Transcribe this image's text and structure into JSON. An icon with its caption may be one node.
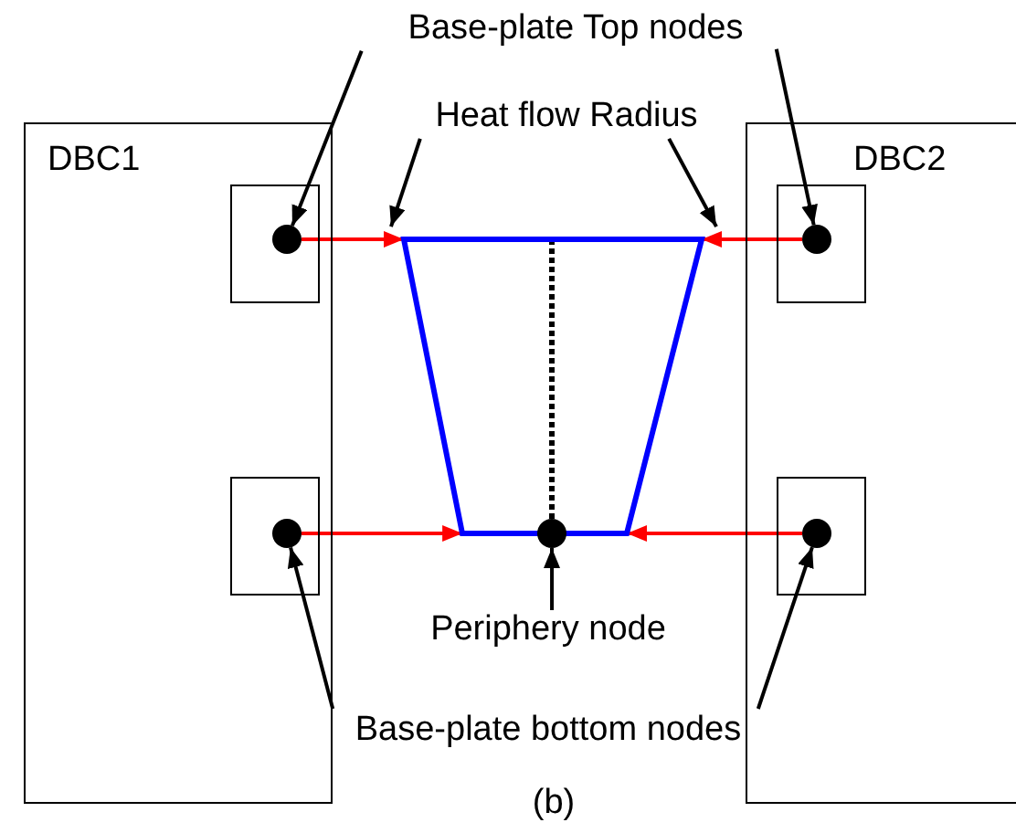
{
  "diagram": {
    "caption": "(b)",
    "nodes": [
      {
        "text": [
          "DBC1"
        ]
      },
      {
        "text": [],
        "shape": "box",
        "in": 0
      },
      {
        "text": [],
        "shape": "circle",
        "in": 1
      },
      {
        "text": [],
        "shape": "box",
        "in": 0
      },
      {
        "text": [],
        "shape": "circle",
        "in": 3
      },
      {
        "text": [
          "DBC2"
        ]
      },
      {
        "text": [],
        "shape": "box",
        "in": 5
      },
      {
        "text": [],
        "shape": "circle",
        "in": 6
      },
      {
        "text": [],
        "shape": "box",
        "in": 5
      },
      {
        "text": [],
        "shape": "circle",
        "in": 8
      },
      {
        "text": [],
        "shape": "trapezoid"
      },
      {
        "text": [],
        "shape": "circle"
      },
      {
        "text": [
          "Base-plate Top nodes"
        ]
      },
      {
        "text": [
          "Heat flow Radius"
        ]
      },
      {
        "text": [
          "Periphery node"
        ]
      },
      {
        "text": [
          "Base-plate bottom nodes"
        ]
      }
    ],
    "edges": [
      {
        "from": 12,
        "to": 2,
        "arrow": "to"
      },
      {
        "from": 12,
        "to": 7,
        "arrow": "to"
      },
      {
        "from": 13,
        "to": 10,
        "arrow": "to"
      },
      {
        "from": 13,
        "to": 10,
        "arrow": "to"
      },
      {
        "from": 2,
        "to": 10,
        "arrow": "to",
        "color": "#ff0000"
      },
      {
        "from": 7,
        "to": 10,
        "arrow": "to",
        "color": "#ff0000"
      },
      {
        "from": 10,
        "to": 11,
        "arrow": "none",
        "style": "dashed"
      },
      {
        "from": 4,
        "to": 10,
        "arrow": "to",
        "color": "#ff0000"
      },
      {
        "from": 9,
        "to": 10,
        "arrow": "to",
        "color": "#ff0000"
      },
      {
        "from": 14,
        "to": 11,
        "arrow": "to"
      },
      {
        "from": 15,
        "to": 4,
        "arrow": "to"
      },
      {
        "from": 15,
        "to": 9,
        "arrow": "to"
      }
    ]
  }
}
